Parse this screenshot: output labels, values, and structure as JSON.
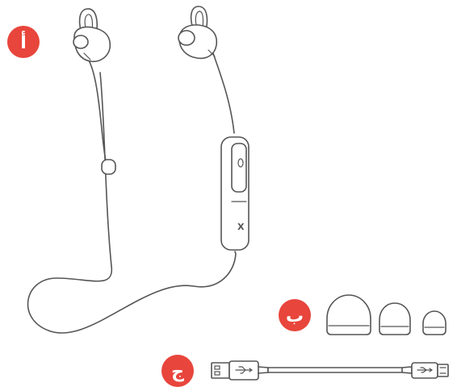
{
  "labels": {
    "earphones": "أ",
    "ear_tips": "ب",
    "usb_cable": "ج"
  },
  "remote": {
    "button_label": "X"
  },
  "colors": {
    "badge": "#e8453c",
    "outline": "#555555",
    "background": "#ffffff"
  },
  "icons": {
    "usb_symbol": "usb-symbol-icon"
  }
}
